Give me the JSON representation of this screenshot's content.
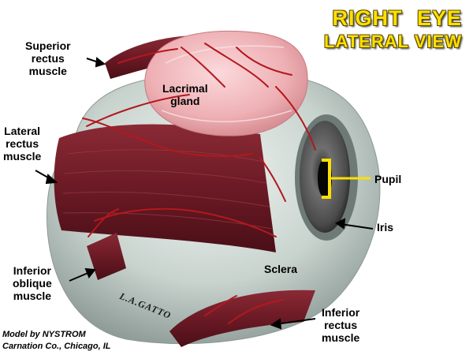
{
  "title": {
    "line1": "RIGHT EYE",
    "line2": "LATERAL VIEW"
  },
  "labels": {
    "superior_rectus": "Superior\nrectus\nmuscle",
    "lacrimal_gland": "Lacrimal\ngland",
    "lateral_rectus": "Lateral\nrectus\nmuscle",
    "pupil": "Pupil",
    "iris": "Iris",
    "sclera": "Sclera",
    "inferior_oblique": "Inferior\noblique\nmuscle",
    "inferior_rectus": "Inferior\nrectus\nmuscle"
  },
  "signature": "L.A.GATTO",
  "credit": {
    "line1": "Model by NYSTROM",
    "line2": "Carnation Co., Chicago, IL"
  },
  "colors": {
    "title_fill": "#ffe000",
    "sclera": "#c9d4cf",
    "muscle": "#6e1a24",
    "gland": "#f0b7b9",
    "vessel": "#b3181f",
    "pupil_bracket": "#ffe000"
  }
}
